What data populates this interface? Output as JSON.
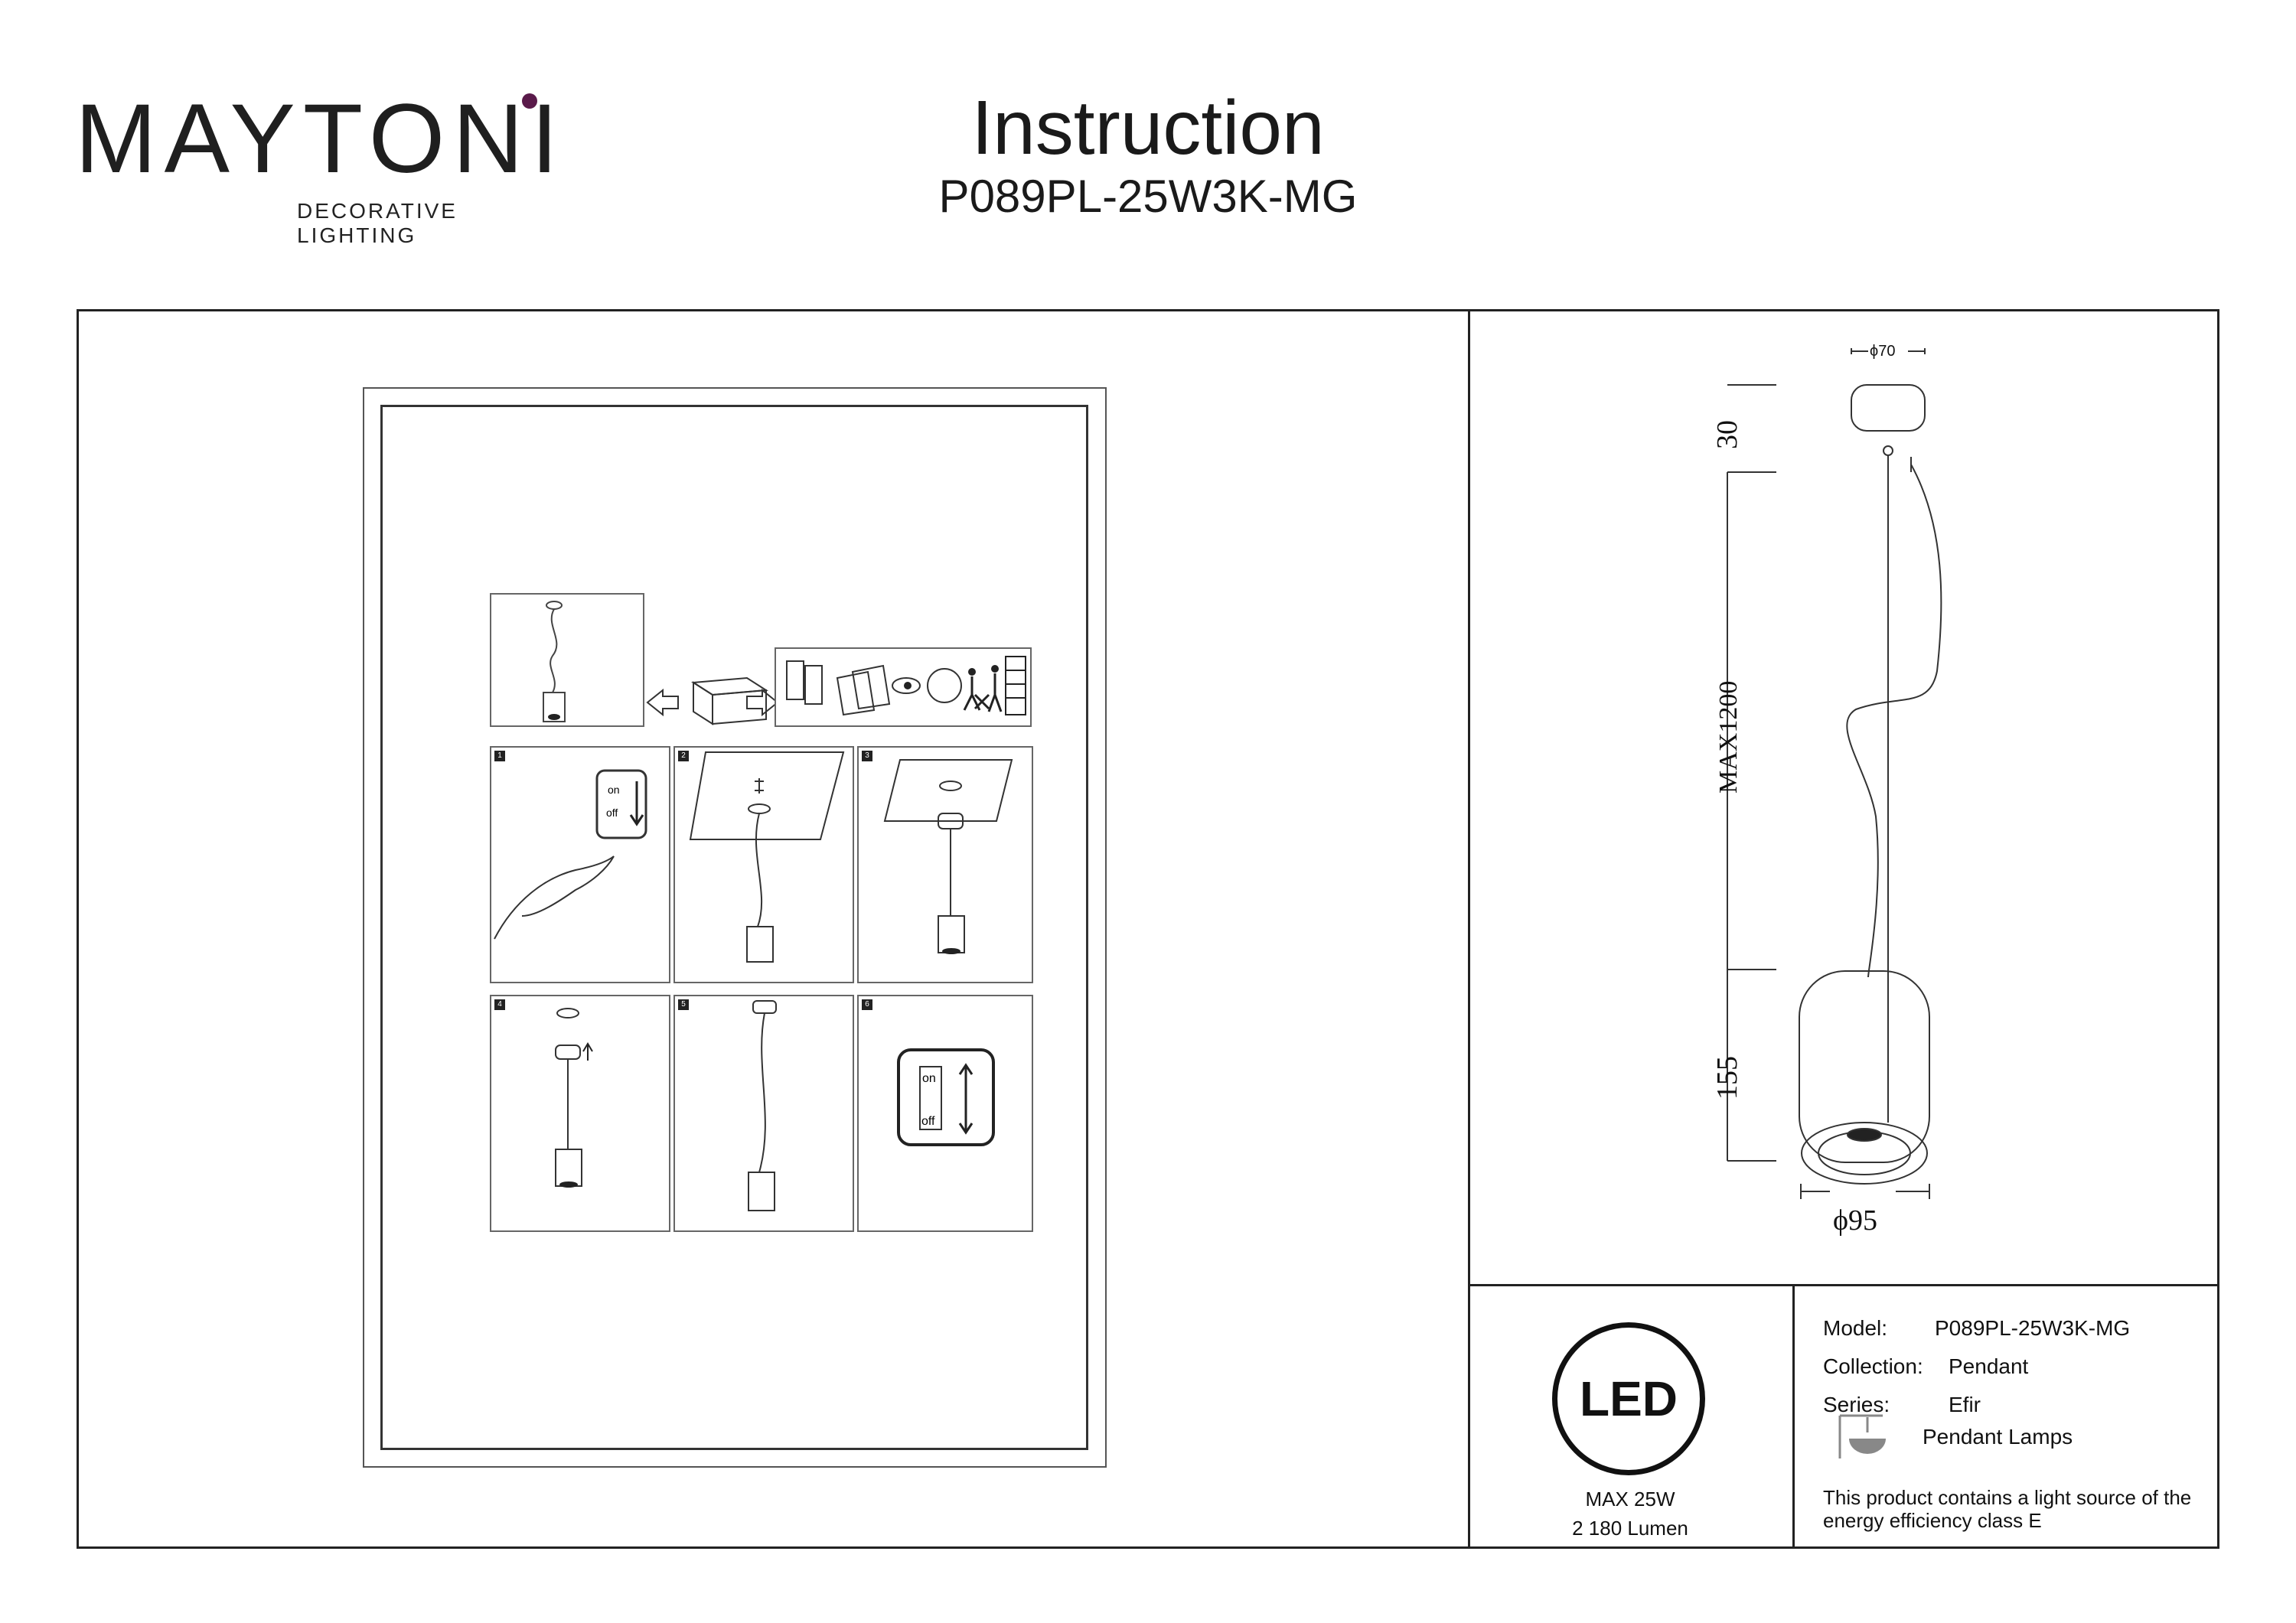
{
  "brand": {
    "name": "MAYTONI",
    "tagline": "DECORATIVE LIGHTING",
    "accent_color": "#5a1a4a"
  },
  "header": {
    "title": "Instruction",
    "model": "P089PL-25W3K-MG"
  },
  "install_steps": {
    "steps": [
      "1",
      "2",
      "3",
      "4",
      "5",
      "6"
    ],
    "switch_on": "on",
    "switch_off": "off"
  },
  "drawing": {
    "canopy_diameter": "ϕ70",
    "canopy_height": "30",
    "cable_length": "MAX1200",
    "body_height": "155",
    "body_diameter": "ϕ95"
  },
  "led": {
    "badge": "LED",
    "power": "MAX 25W",
    "lumen": "2 180 Lumen"
  },
  "specs": {
    "model_label": "Model:",
    "model_value": "P089PL-25W3K-MG",
    "collection_label": "Collection:",
    "collection_value": "Pendant",
    "series_label": "Series:",
    "series_value": "Efir",
    "category": "Pendant Lamps",
    "category_icon": "pendant-lamp-icon",
    "energy_note_line1": "This product contains a light source of the",
    "energy_note_line2": "energy efficiency class E"
  }
}
